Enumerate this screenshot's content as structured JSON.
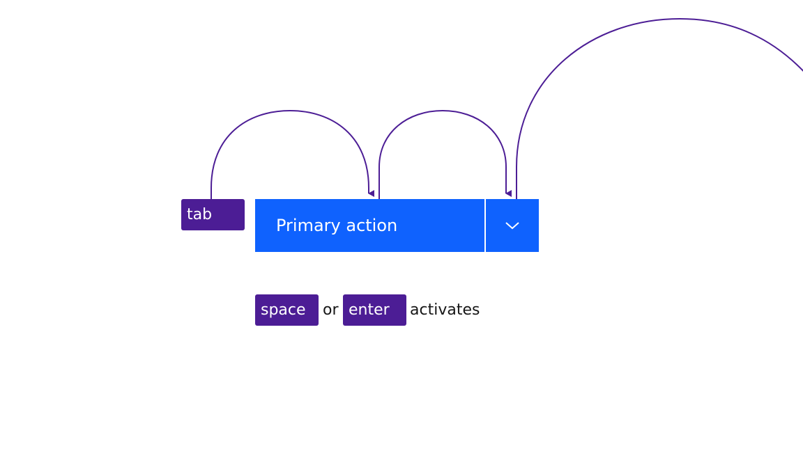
{
  "keys": {
    "tab": "tab",
    "space": "space",
    "enter": "enter"
  },
  "split_button": {
    "primary_label": "Primary action",
    "menu_icon": "chevron-down-icon"
  },
  "activation": {
    "connector": "or",
    "suffix": "activates"
  },
  "colors": {
    "key_background": "#4c1d95",
    "button_background": "#0f62fe",
    "arc_stroke": "#4c1d95",
    "text": "#161616"
  }
}
